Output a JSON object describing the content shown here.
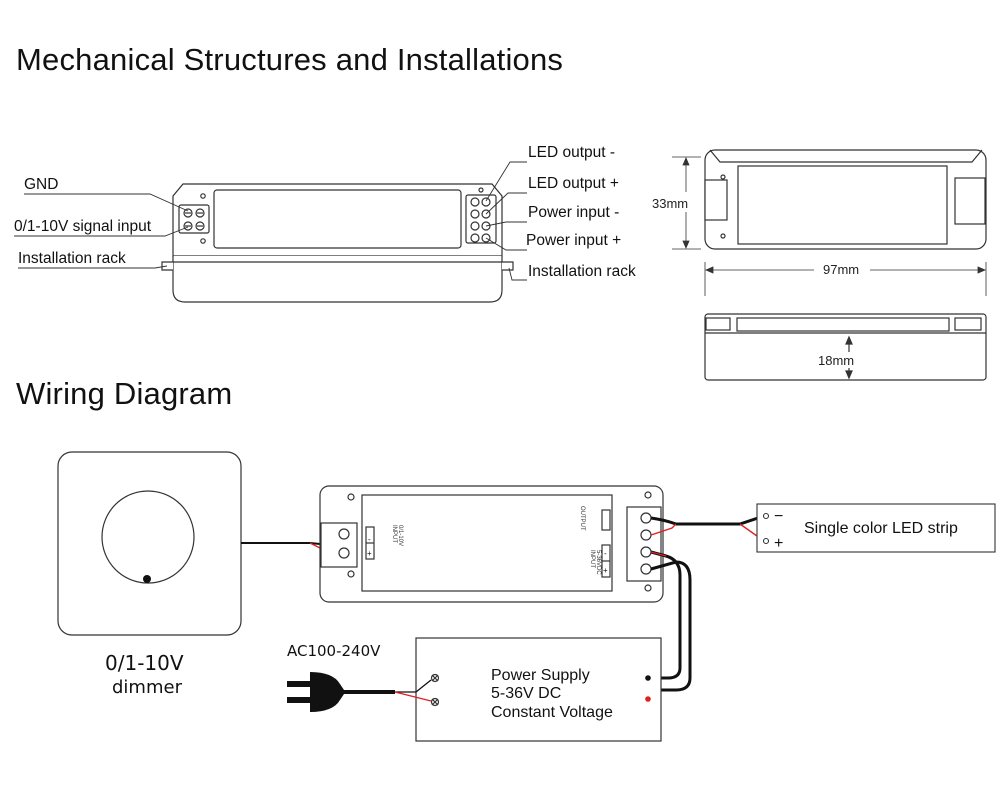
{
  "titles": {
    "mechanical": "Mechanical Structures and Installations",
    "wiring": "Wiring Diagram"
  },
  "left_labels": {
    "gnd": "GND",
    "signal": "0/1-10V signal input",
    "rack": "Installation rack"
  },
  "right_labels": {
    "led_neg": "LED output -",
    "led_pos": "LED output +",
    "pwr_neg": "Power input -",
    "pwr_pos": "Power input +",
    "rack": "Installation rack"
  },
  "dimensions": {
    "height": "33mm",
    "length": "97mm",
    "depth": "18mm"
  },
  "dimmer": {
    "line1": "0/1-10V",
    "line2": "dimmer"
  },
  "controller": {
    "input_label": "INPUT",
    "input_sub": "0/1-10V",
    "output_label": "OUTPUT",
    "power_label": "INPUT",
    "power_sub": "5-36VDC",
    "minus": "-",
    "plus": "+"
  },
  "led_strip": {
    "label": "Single color LED strip",
    "minus": "−",
    "plus": "+"
  },
  "ac_label": "AC100-240V",
  "power_supply": {
    "line1": "Power Supply",
    "line2": "5-36V DC",
    "line3": "Constant Voltage"
  },
  "colors": {
    "wire_black": "#111111",
    "wire_red": "#e02020",
    "outline": "#333333"
  }
}
